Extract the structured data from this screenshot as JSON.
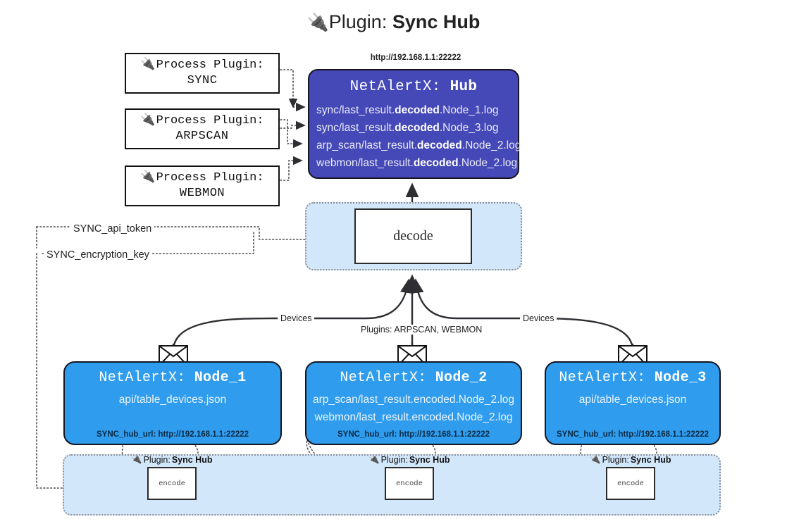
{
  "title": {
    "icon": "plug-icon",
    "prefix": "Plugin: ",
    "name": "Sync Hub"
  },
  "process_plugins": [
    {
      "icon": "plug-icon",
      "line1": "Process Plugin:",
      "line2": "SYNC"
    },
    {
      "icon": "plug-icon",
      "line1": "Process Plugin:",
      "line2": "ARPSCAN"
    },
    {
      "icon": "plug-icon",
      "line1": "Process Plugin:",
      "line2": "WEBMON"
    }
  ],
  "hub": {
    "url": "http://192.168.1.1:22222",
    "title_prefix": "NetAlertX: ",
    "title_name": "Hub",
    "logs": [
      {
        "pre": "sync/last_result.",
        "mid": "decoded",
        "post": ".Node_1.log"
      },
      {
        "pre": "sync/last_result.",
        "mid": "decoded",
        "post": ".Node_3.log"
      },
      {
        "pre": "arp_scan/last_result.",
        "mid": "decoded",
        "post": ".Node_2.log"
      },
      {
        "pre": "webmon/last_result.",
        "mid": "decoded",
        "post": ".Node_2.log"
      }
    ]
  },
  "decode": {
    "label": "decode"
  },
  "keys": {
    "api_token": "SYNC_api_token",
    "encryption_key": "SYNC_encryption_key"
  },
  "edges": {
    "devices_left": "Devices",
    "devices_right": "Devices",
    "plugins_center": "Plugins: ARPSCAN, WEBMON"
  },
  "nodes": [
    {
      "icon": "envelope-icon",
      "title_prefix": "NetAlertX: ",
      "title_name": "Node_1",
      "lines": [
        "api/table_devices.json"
      ],
      "hub_url": "SYNC_hub_url: http://192.168.1.1:22222"
    },
    {
      "icon": "envelope-icon",
      "title_prefix": "NetAlertX: ",
      "title_name": "Node_2",
      "lines": [
        "arp_scan/last_result.encoded.Node_2.log",
        "webmon/last_result.encoded.Node_2.log"
      ],
      "hub_url": "SYNC_hub_url: http://192.168.1.1:22222"
    },
    {
      "icon": "envelope-icon",
      "title_prefix": "NetAlertX: ",
      "title_name": "Node_3",
      "lines": [
        "api/table_devices.json"
      ],
      "hub_url": "SYNC_hub_url: http://192.168.1.1:22222"
    }
  ],
  "encoders": [
    {
      "icon": "plug-icon",
      "label_prefix": "Plugin: ",
      "label_name": "Sync Hub",
      "box": "encode"
    },
    {
      "icon": "plug-icon",
      "label_prefix": "Plugin: ",
      "label_name": "Sync Hub",
      "box": "encode"
    },
    {
      "icon": "plug-icon",
      "label_prefix": "Plugin: ",
      "label_name": "Sync Hub",
      "box": "encode"
    }
  ],
  "colors": {
    "hub_fill": "#4549b8",
    "node_fill": "#2f9ced",
    "container_fill": "#d3e7fa",
    "stroke": "#15161f",
    "page_bg": "#ffffff"
  }
}
